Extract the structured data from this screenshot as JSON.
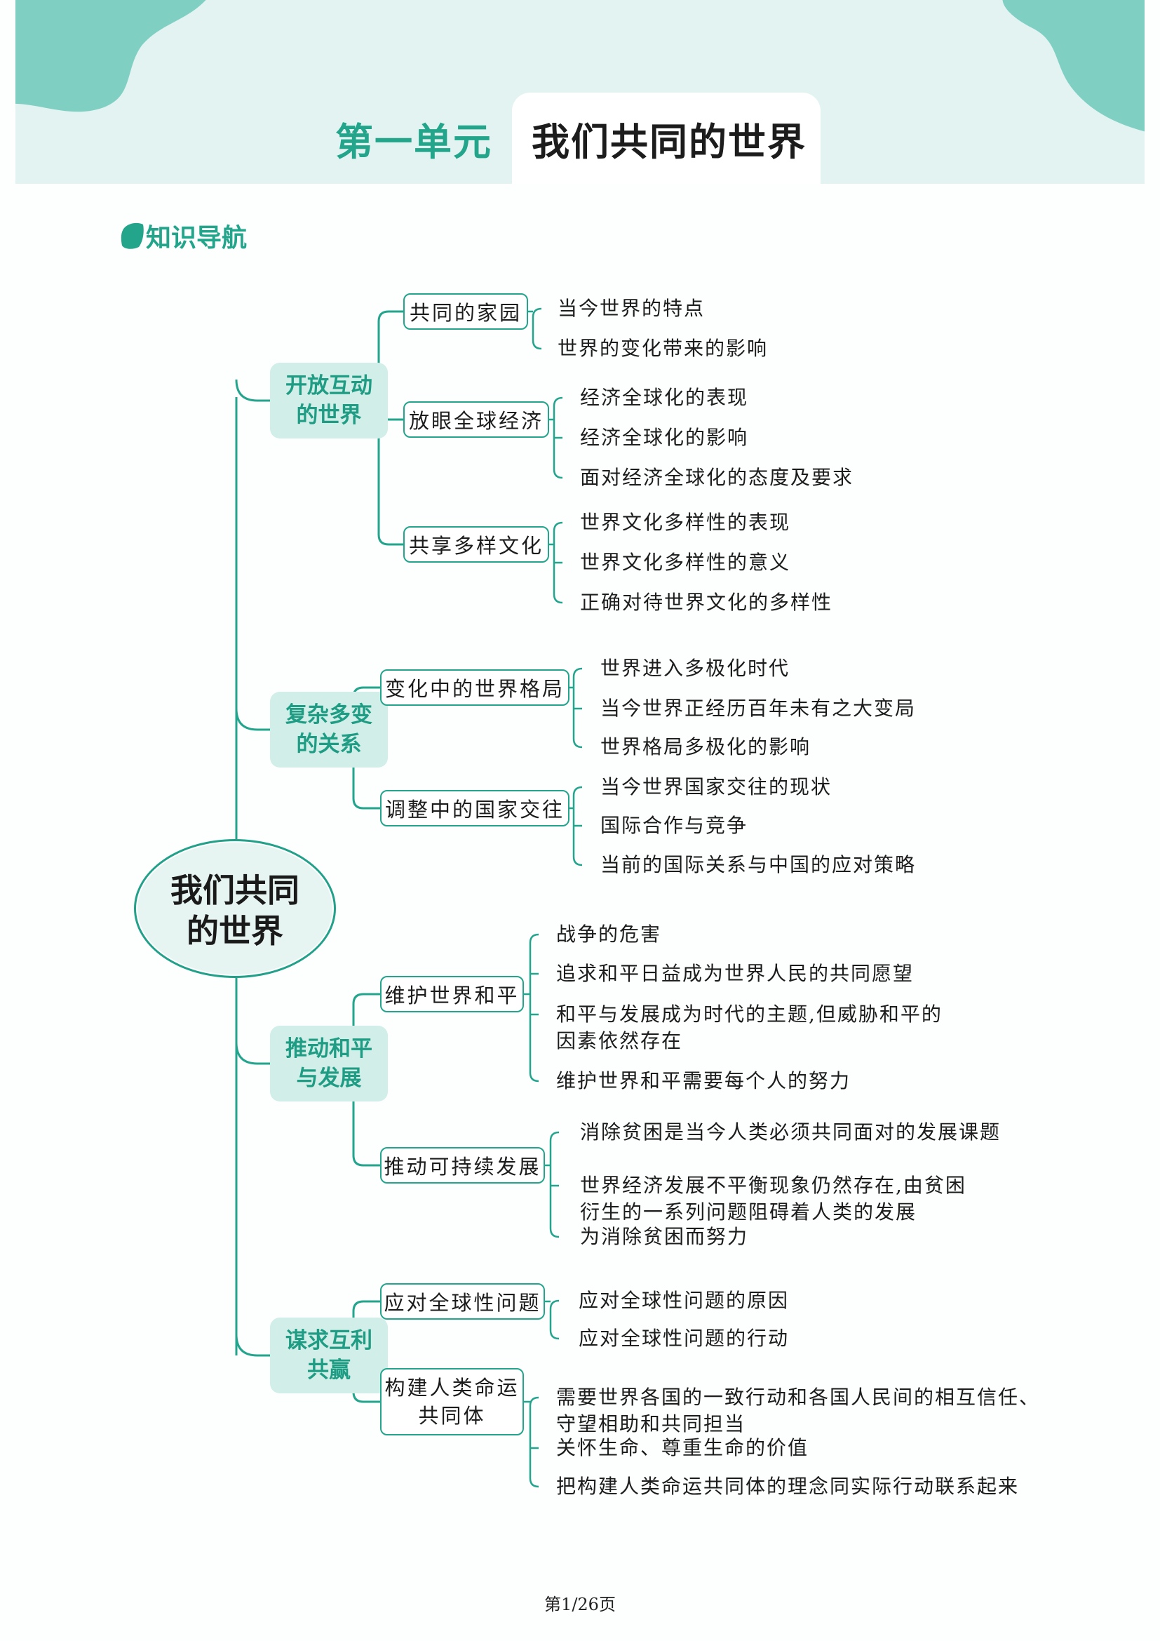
{
  "header": {
    "unit_number": "第一单元",
    "unit_title": "我们共同的世界"
  },
  "section": {
    "icon": "leaf-tag-icon",
    "label": "知识导航"
  },
  "colors": {
    "accent": "#22a58a",
    "topic_fill": "#d1eee8",
    "header_band": "#e3f3f1",
    "blob": "#7fd0c3"
  },
  "mindmap": {
    "root": "我们共同\n的世界",
    "topics": [
      {
        "label": "开放互动\n的世界",
        "subs": [
          {
            "label": "共同的家园",
            "leaves": [
              "当今世界的特点",
              "世界的变化带来的影响"
            ]
          },
          {
            "label": "放眼全球经济",
            "leaves": [
              "经济全球化的表现",
              "经济全球化的影响",
              "面对经济全球化的态度及要求"
            ]
          },
          {
            "label": "共享多样文化",
            "leaves": [
              "世界文化多样性的表现",
              "世界文化多样性的意义",
              "正确对待世界文化的多样性"
            ]
          }
        ]
      },
      {
        "label": "复杂多变\n的关系",
        "subs": [
          {
            "label": "变化中的世界格局",
            "leaves": [
              "世界进入多极化时代",
              "当今世界正经历百年未有之大变局",
              "世界格局多极化的影响"
            ]
          },
          {
            "label": "调整中的国家交往",
            "leaves": [
              "当今世界国家交往的现状",
              "国际合作与竞争",
              "当前的国际关系与中国的应对策略"
            ]
          }
        ]
      },
      {
        "label": "推动和平\n与发展",
        "subs": [
          {
            "label": "维护世界和平",
            "leaves": [
              "战争的危害",
              "追求和平日益成为世界人民的共同愿望",
              "和平与发展成为时代的主题,但威胁和平的\n因素依然存在",
              "维护世界和平需要每个人的努力"
            ]
          },
          {
            "label": "推动可持续发展",
            "leaves": [
              "消除贫困是当今人类必须共同面对的发展课题",
              "世界经济发展不平衡现象仍然存在,由贫困\n衍生的一系列问题阻碍着人类的发展",
              "为消除贫困而努力"
            ]
          }
        ]
      },
      {
        "label": "谋求互利\n共赢",
        "subs": [
          {
            "label": "应对全球性问题",
            "leaves": [
              "应对全球性问题的原因",
              "应对全球性问题的行动"
            ]
          },
          {
            "label": "构建人类命运\n共同体",
            "leaves": [
              "需要世界各国的一致行动和各国人民间的相互信任、\n守望相助和共同担当",
              "关怀生命、尊重生命的价值",
              "把构建人类命运共同体的理念同实际行动联系起来"
            ]
          }
        ]
      }
    ]
  },
  "footer": {
    "page_label": "第1/26页"
  }
}
